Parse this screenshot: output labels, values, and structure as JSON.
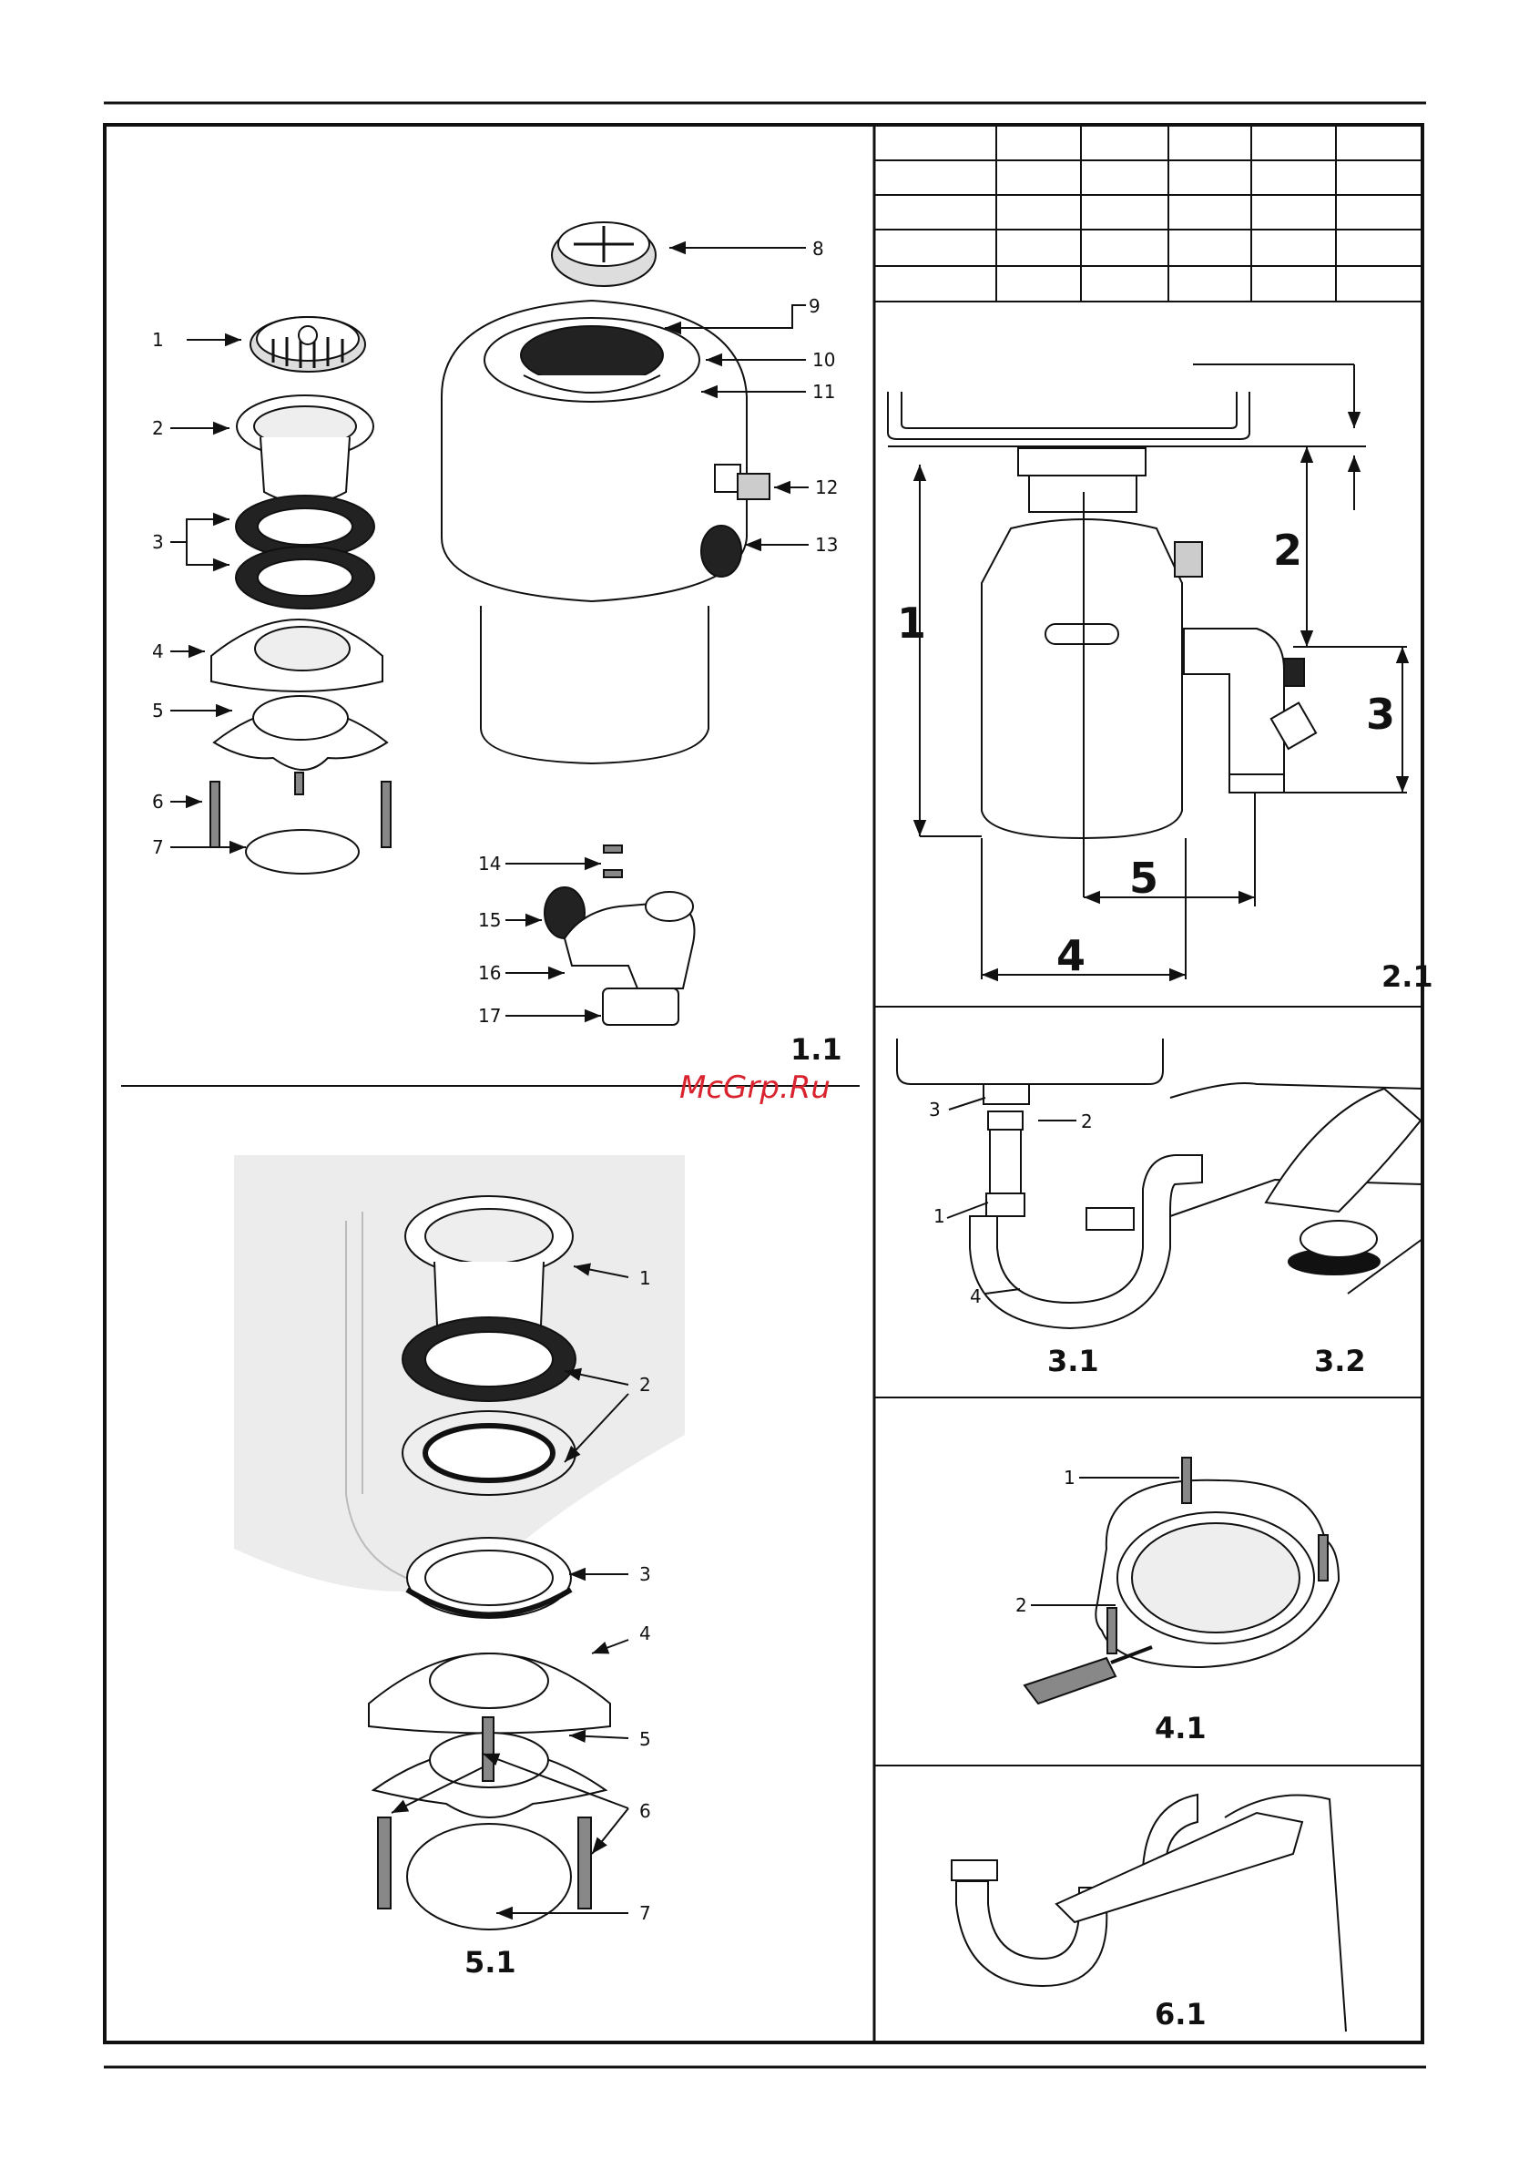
{
  "watermark": "McGrp.Ru",
  "figures": {
    "f11": "1.1",
    "f21": "2.1",
    "f31": "3.1",
    "f32": "3.2",
    "f41": "4.1",
    "f51": "5.1",
    "f61": "6.1"
  },
  "parts_labels": [
    "1",
    "2",
    "3",
    "4",
    "5",
    "6",
    "7",
    "8",
    "9",
    "10",
    "11",
    "12",
    "13",
    "14",
    "15",
    "16",
    "17"
  ],
  "fig21_dims": [
    "1",
    "2",
    "3",
    "4",
    "5"
  ],
  "fig31_labels": [
    "1",
    "2",
    "3",
    "4"
  ],
  "fig41_labels": [
    "1",
    "2"
  ],
  "fig51_labels": [
    "1",
    "2",
    "3",
    "4",
    "5",
    "6",
    "7"
  ],
  "dimension_table": {
    "rows": 5,
    "cols": 6,
    "cells": []
  }
}
